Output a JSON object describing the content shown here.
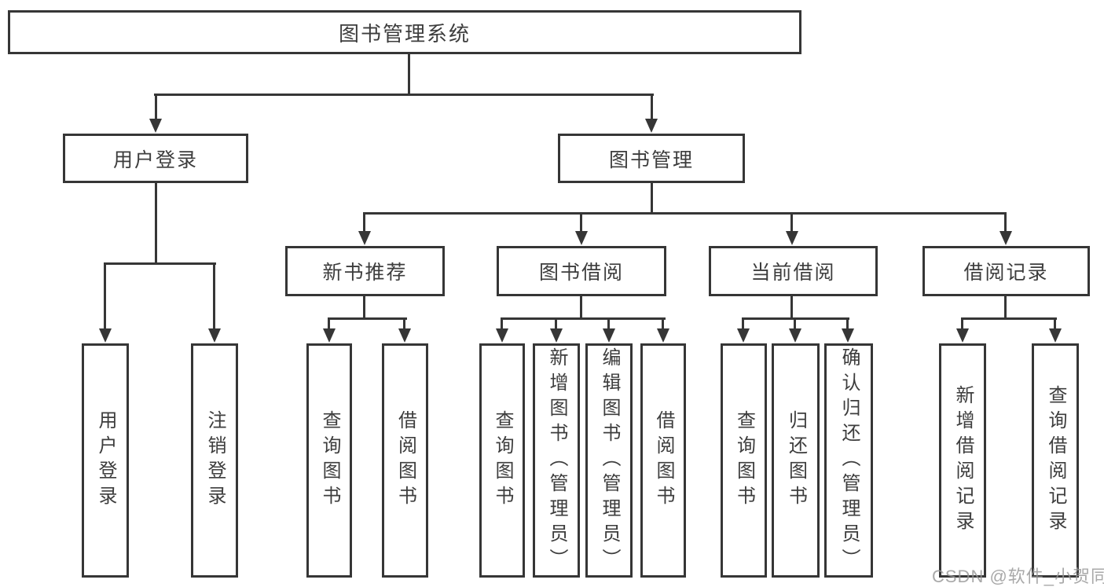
{
  "diagram": {
    "title": "图书管理系统",
    "root": "图书管理系统",
    "level2": {
      "user_login": "用户登录",
      "book_mgmt": "图书管理"
    },
    "level3": {
      "new_books": "新书推荐",
      "borrowing": "图书借阅",
      "current": "当前借阅",
      "records": "借阅记录"
    },
    "leaves": {
      "user": [
        "用户登录",
        "注销登录"
      ],
      "new_books": [
        "查询图书",
        "借阅图书"
      ],
      "borrowing": [
        "查询图书",
        "新增图书（管理员）",
        "编辑图书（管理员）",
        "借阅图书"
      ],
      "current": [
        "查询图书",
        "归还图书",
        "确认归还（管理员）"
      ],
      "records": [
        "新增借阅记录",
        "查询借阅记录"
      ]
    }
  },
  "watermark": "CSDN @软件_小贺同学",
  "colors": {
    "line": "#363636",
    "text": "#3d3d3d",
    "background": "#ffffff",
    "watermark": "#969696"
  }
}
